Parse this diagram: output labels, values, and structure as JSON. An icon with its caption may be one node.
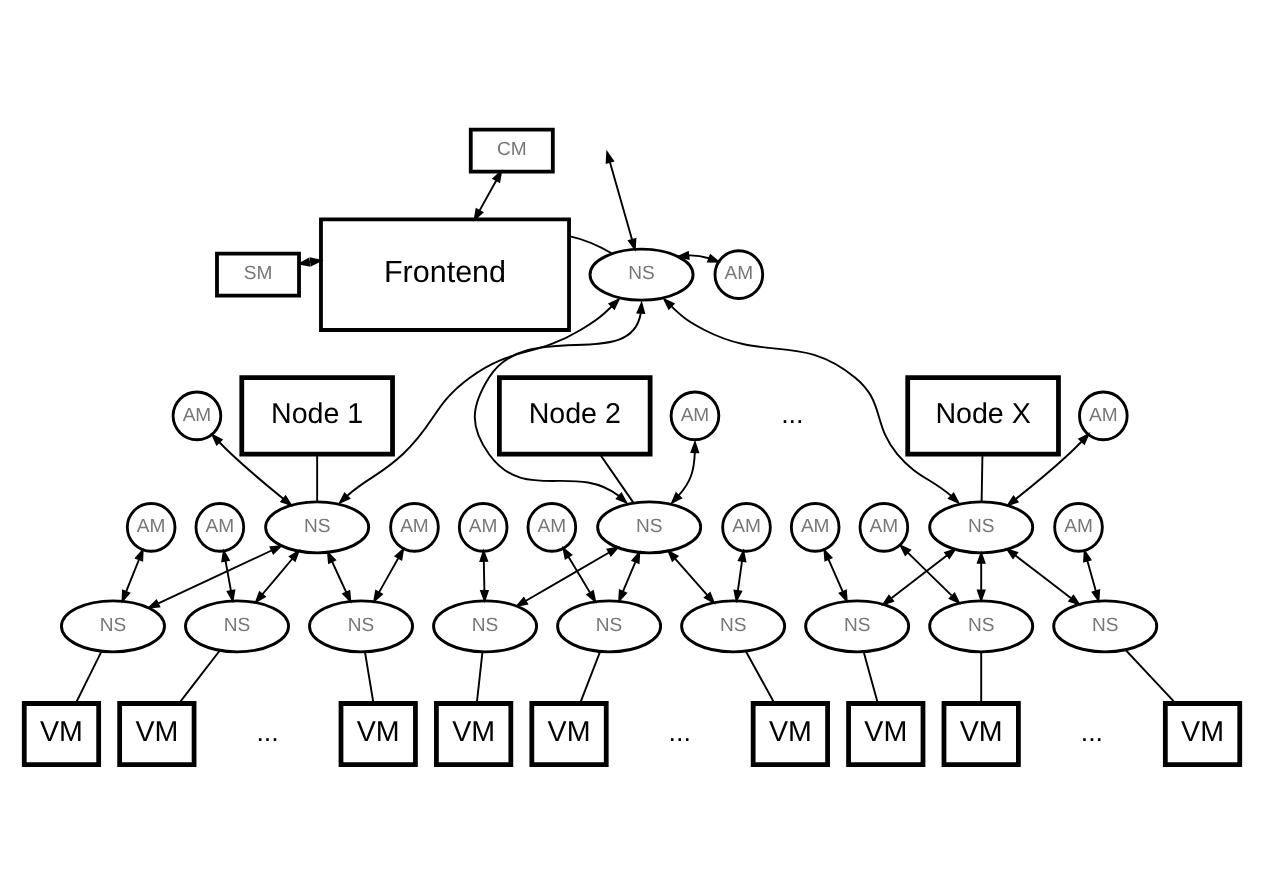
{
  "diagram": {
    "nodes": [
      {
        "text": [
          "CM"
        ]
      },
      {
        "text": [
          "SM"
        ]
      },
      {
        "text": [
          "Frontend"
        ]
      },
      {
        "text": [
          "NS"
        ]
      },
      {
        "text": [
          "AM"
        ]
      },
      {
        "text": [
          "Node 1"
        ]
      },
      {
        "text": [
          "Node 2"
        ]
      },
      {
        "text": [
          "Node X"
        ]
      },
      {
        "text": [
          "AM"
        ]
      },
      {
        "text": [
          "AM"
        ]
      },
      {
        "text": [
          "AM"
        ]
      },
      {
        "text": [
          "NS"
        ]
      },
      {
        "text": [
          "NS"
        ]
      },
      {
        "text": [
          "NS"
        ]
      },
      {
        "text": [
          "AM"
        ]
      },
      {
        "text": [
          "AM"
        ]
      },
      {
        "text": [
          "AM"
        ]
      },
      {
        "text": [
          "AM"
        ]
      },
      {
        "text": [
          "AM"
        ]
      },
      {
        "text": [
          "AM"
        ]
      },
      {
        "text": [
          "AM"
        ]
      },
      {
        "text": [
          "AM"
        ]
      },
      {
        "text": [
          "AM"
        ]
      },
      {
        "text": [
          "NS"
        ]
      },
      {
        "text": [
          "NS"
        ]
      },
      {
        "text": [
          "NS"
        ]
      },
      {
        "text": [
          "NS"
        ]
      },
      {
        "text": [
          "NS"
        ]
      },
      {
        "text": [
          "NS"
        ]
      },
      {
        "text": [
          "NS"
        ]
      },
      {
        "text": [
          "NS"
        ]
      },
      {
        "text": [
          "NS"
        ]
      },
      {
        "text": [
          "VM"
        ]
      },
      {
        "text": [
          "VM"
        ]
      },
      {
        "text": [
          "VM"
        ]
      },
      {
        "text": [
          "VM"
        ]
      },
      {
        "text": [
          "VM"
        ]
      },
      {
        "text": [
          "VM"
        ]
      },
      {
        "text": [
          "VM"
        ]
      },
      {
        "text": [
          "VM"
        ]
      },
      {
        "text": [
          "VM"
        ]
      }
    ],
    "edges": [
      {
        "from": 0,
        "to": 2,
        "arrow": "both"
      },
      {
        "from": 1,
        "to": 2,
        "arrow": "both"
      },
      {
        "from": 2,
        "to": 3,
        "arrow": "none"
      },
      {
        "from": 3,
        "to": 4,
        "arrow": "both"
      },
      {
        "from": 3,
        "to": null,
        "arrow": "both"
      },
      {
        "from": 3,
        "to": 11,
        "arrow": "both"
      },
      {
        "from": 3,
        "to": 12,
        "arrow": "both"
      },
      {
        "from": 3,
        "to": 13,
        "arrow": "both"
      },
      {
        "from": 5,
        "to": 11,
        "arrow": "none"
      },
      {
        "from": 6,
        "to": 12,
        "arrow": "none"
      },
      {
        "from": 7,
        "to": 13,
        "arrow": "none"
      },
      {
        "from": 11,
        "to": 8,
        "arrow": "both"
      },
      {
        "from": 12,
        "to": 9,
        "arrow": "both"
      },
      {
        "from": 13,
        "to": 10,
        "arrow": "both"
      },
      {
        "from": 11,
        "to": 23,
        "arrow": "both"
      },
      {
        "from": 11,
        "to": 24,
        "arrow": "both"
      },
      {
        "from": 11,
        "to": 25,
        "arrow": "both"
      },
      {
        "from": 12,
        "to": 26,
        "arrow": "both"
      },
      {
        "from": 12,
        "to": 27,
        "arrow": "both"
      },
      {
        "from": 12,
        "to": 28,
        "arrow": "both"
      },
      {
        "from": 13,
        "to": 29,
        "arrow": "both"
      },
      {
        "from": 13,
        "to": 30,
        "arrow": "both"
      },
      {
        "from": 13,
        "to": 31,
        "arrow": "both"
      },
      {
        "from": 14,
        "to": 23,
        "arrow": "both"
      },
      {
        "from": 15,
        "to": 24,
        "arrow": "both"
      },
      {
        "from": 16,
        "to": 25,
        "arrow": "both"
      },
      {
        "from": 17,
        "to": 26,
        "arrow": "both"
      },
      {
        "from": 18,
        "to": 27,
        "arrow": "both"
      },
      {
        "from": 19,
        "to": 28,
        "arrow": "both"
      },
      {
        "from": 20,
        "to": 29,
        "arrow": "both"
      },
      {
        "from": 21,
        "to": 30,
        "arrow": "both"
      },
      {
        "from": 22,
        "to": 31,
        "arrow": "both"
      },
      {
        "from": 23,
        "to": 32,
        "arrow": "none"
      },
      {
        "from": 24,
        "to": 33,
        "arrow": "none"
      },
      {
        "from": 25,
        "to": 34,
        "arrow": "none"
      },
      {
        "from": 26,
        "to": 35,
        "arrow": "none"
      },
      {
        "from": 27,
        "to": 36,
        "arrow": "none"
      },
      {
        "from": 28,
        "to": 37,
        "arrow": "none"
      },
      {
        "from": 29,
        "to": 38,
        "arrow": "none"
      },
      {
        "from": 30,
        "to": 39,
        "arrow": "none"
      },
      {
        "from": 31,
        "to": 40,
        "arrow": "none"
      }
    ],
    "labels": [
      "...",
      "...",
      "...",
      "..."
    ]
  }
}
